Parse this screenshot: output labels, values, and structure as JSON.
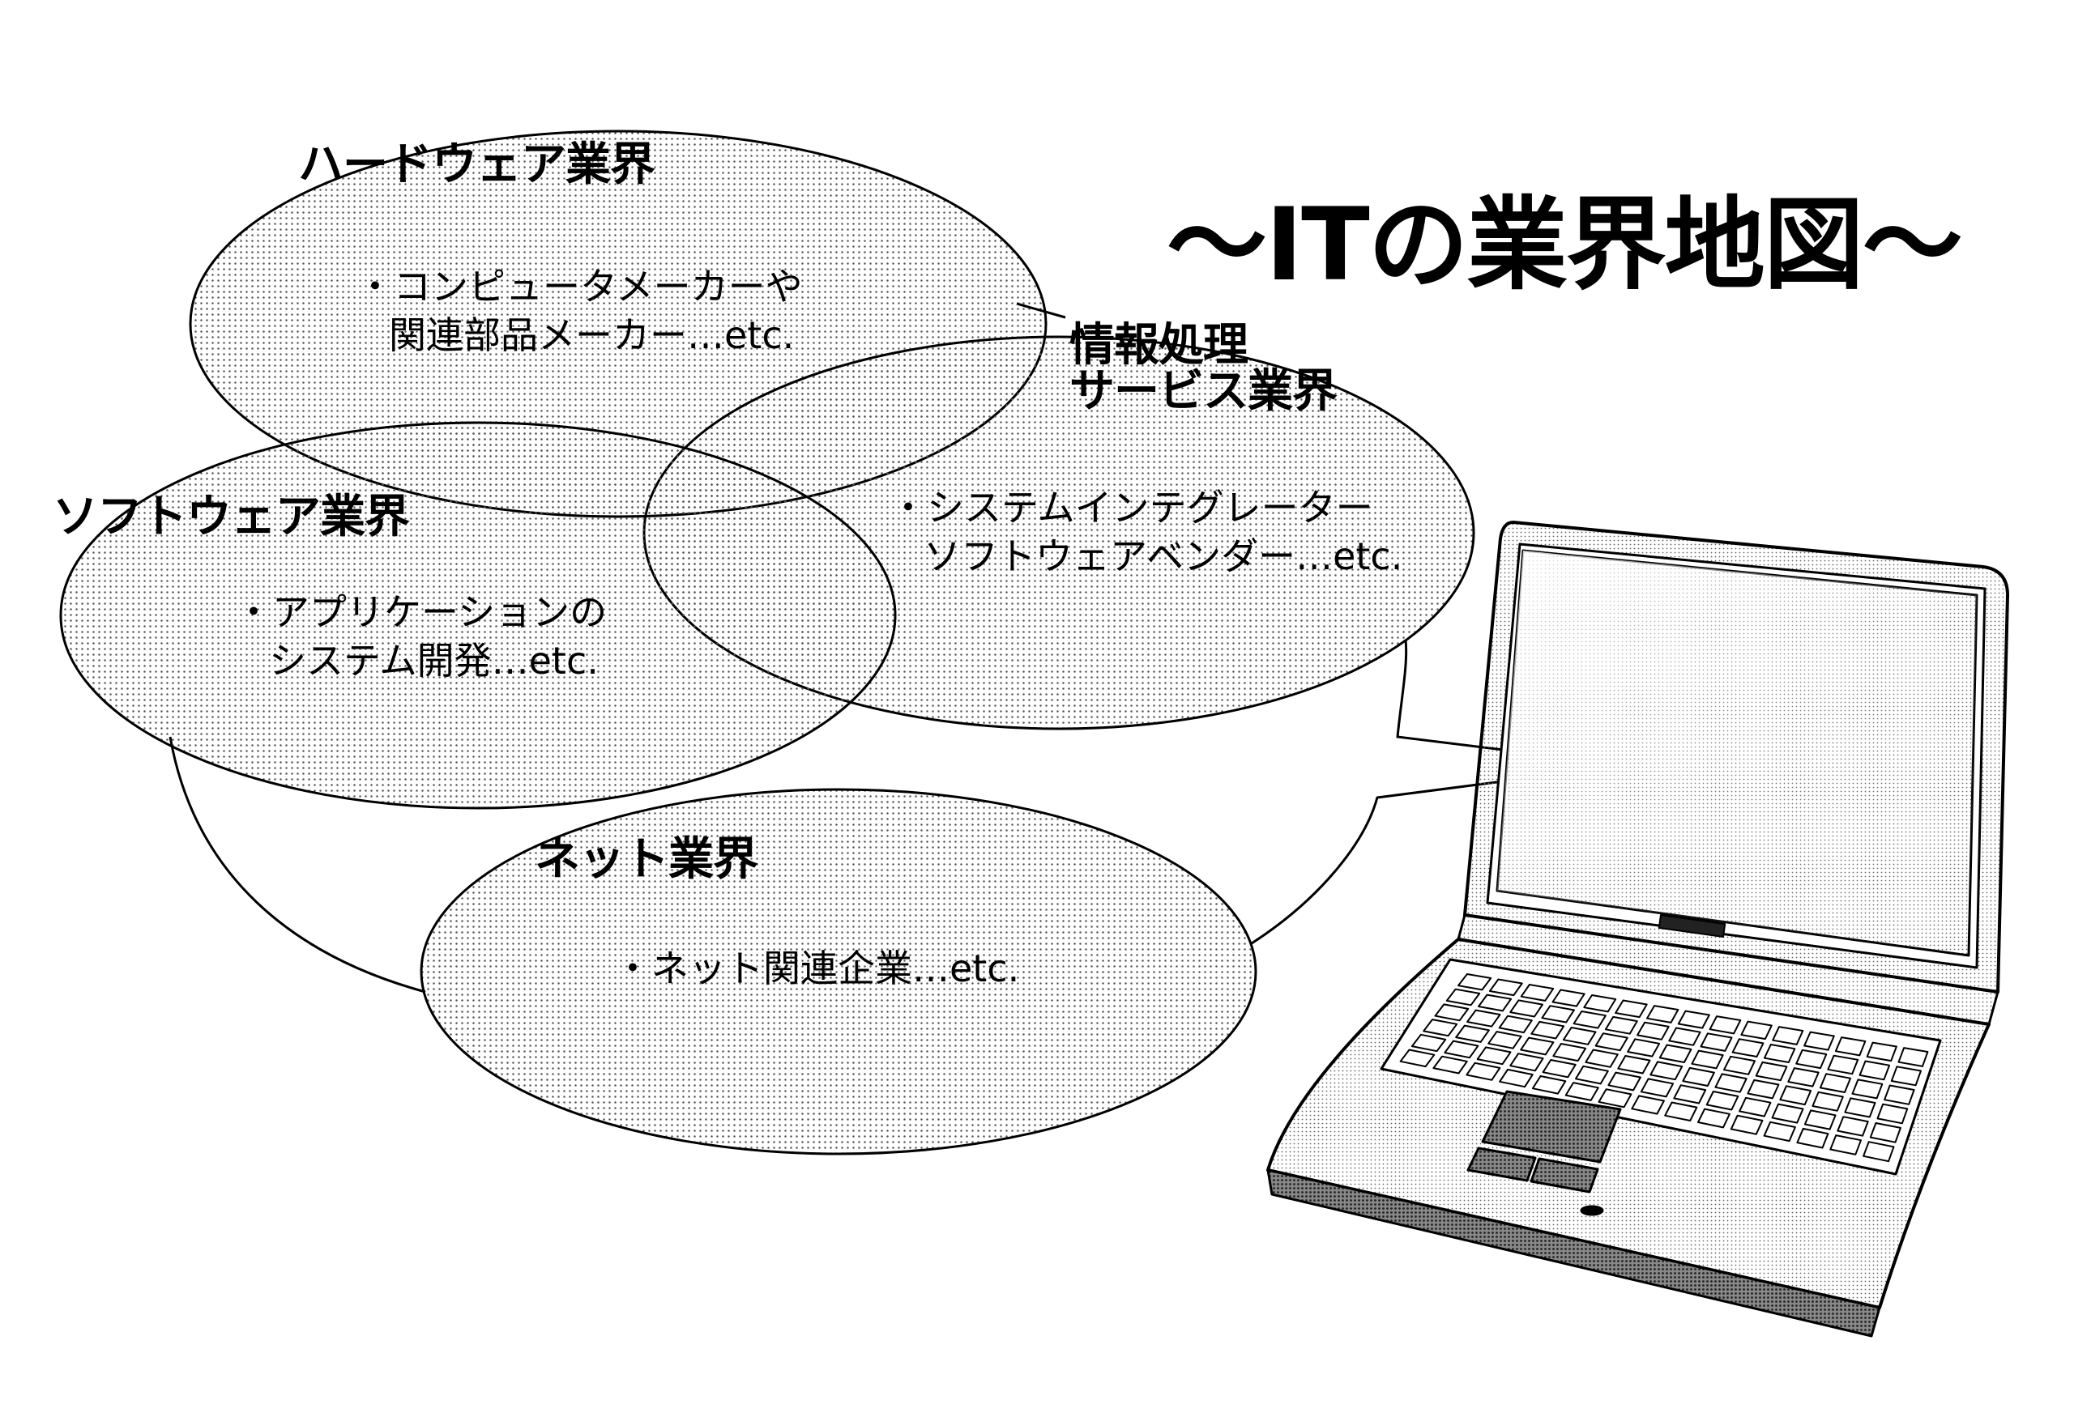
{
  "title": "〜ITの業界地図〜",
  "industries": [
    {
      "name": "ハードウェア業界",
      "desc": [
        "・コンピュータメーカーや",
        "関連部品メーカー…etc."
      ]
    },
    {
      "name": "情報処理",
      "name2": "サービス業界",
      "desc": [
        "・システムインテグレーター",
        "ソフトウェアベンダー…etc."
      ]
    },
    {
      "name": "ソフトウェア業界",
      "desc": [
        "・アプリケーションの",
        "システム開発…etc."
      ]
    },
    {
      "name": "ネット業界",
      "desc": [
        "・ネット関連企業…etc."
      ]
    }
  ],
  "colors": {
    "line": "#000000",
    "dot": "#555555",
    "background": "#ffffff"
  },
  "illustration": "laptop-icon"
}
